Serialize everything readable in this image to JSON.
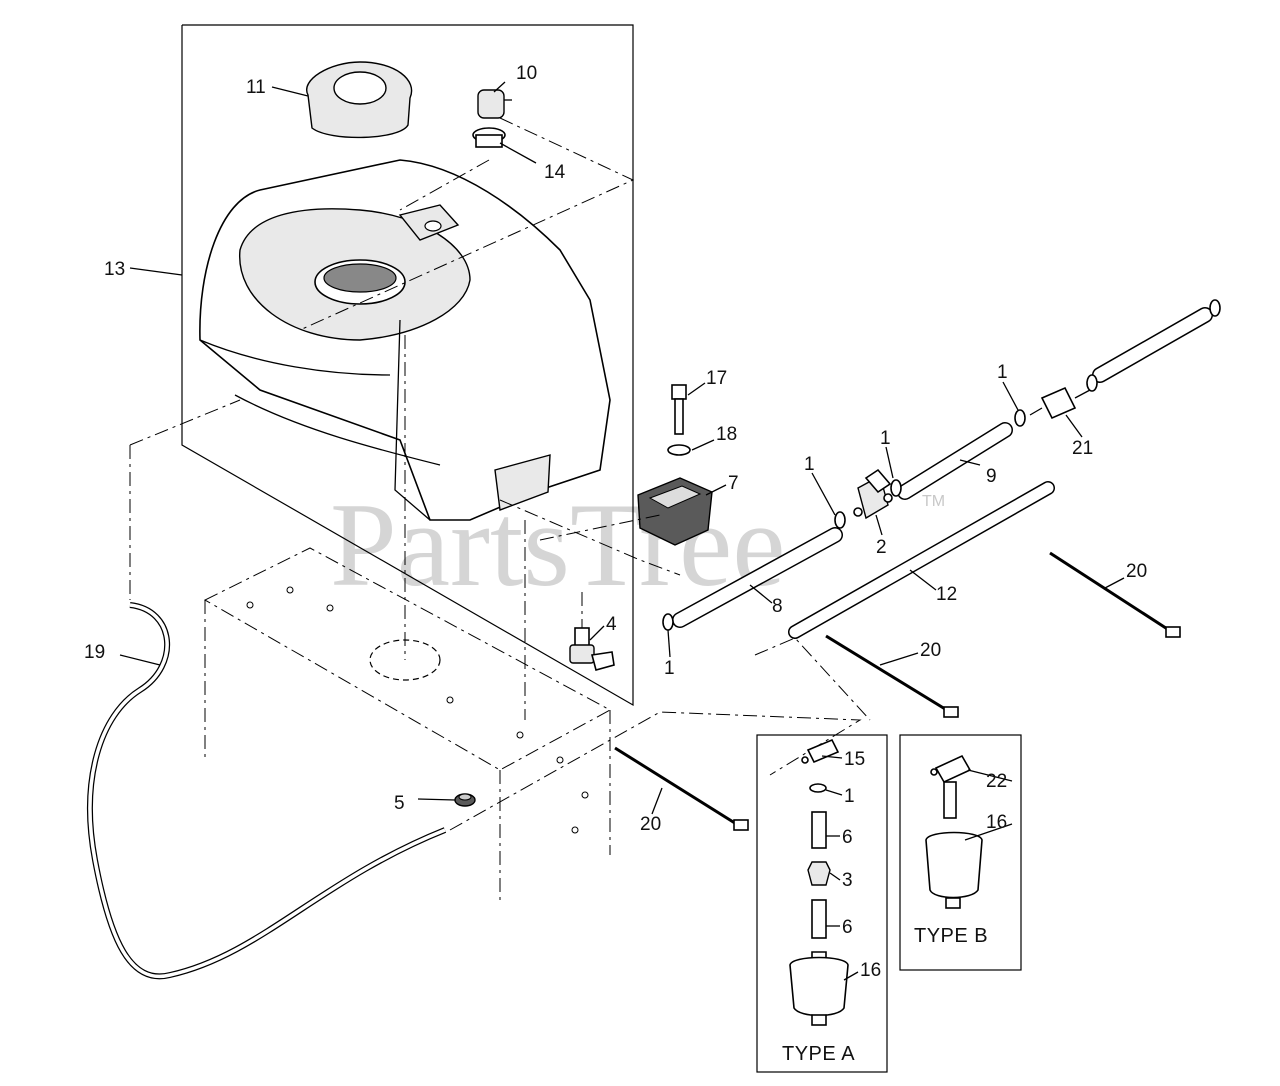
{
  "watermark": {
    "brand": "PartsTree",
    "trademark": "TM"
  },
  "callouts": {
    "c1a": "1",
    "c1b": "1",
    "c1c": "1",
    "c1d": "1",
    "c1e": "1",
    "c2": "2",
    "c3": "3",
    "c4": "4",
    "c5": "5",
    "c6a": "6",
    "c6b": "6",
    "c7": "7",
    "c8": "8",
    "c9": "9",
    "c10": "10",
    "c11": "11",
    "c12": "12",
    "c13": "13",
    "c14": "14",
    "c15": "15",
    "c16a": "16",
    "c16b": "16",
    "c17": "17",
    "c18": "18",
    "c19": "19",
    "c20a": "20",
    "c20b": "20",
    "c20c": "20",
    "c21": "21",
    "c22": "22"
  },
  "variants": {
    "type_a": "TYPE A",
    "type_b": "TYPE B"
  }
}
